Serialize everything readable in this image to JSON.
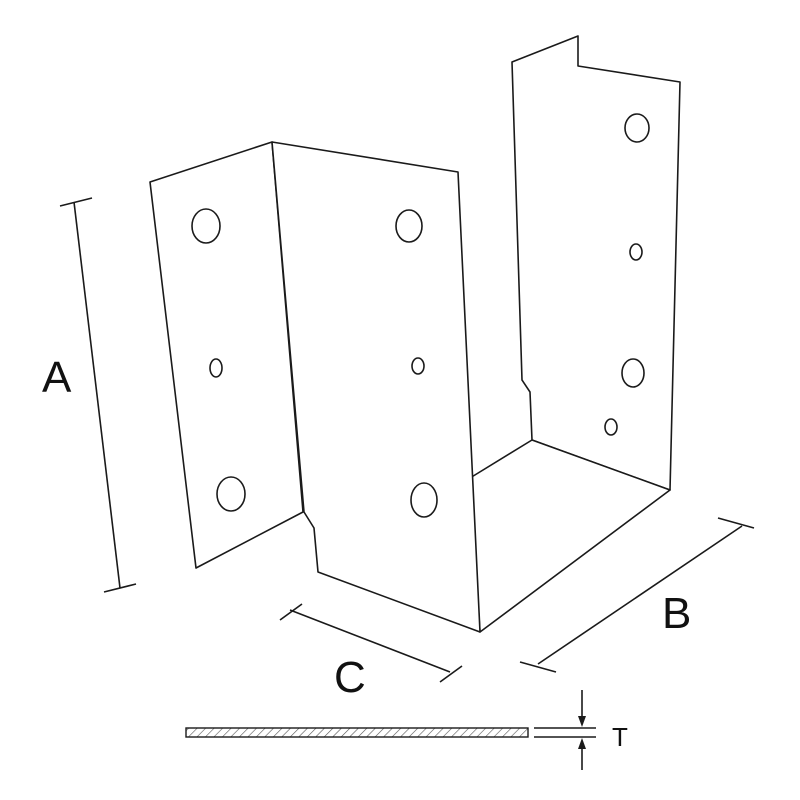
{
  "labels": {
    "height": "A",
    "depth": "B",
    "width": "C",
    "thickness": "T"
  },
  "colors": {
    "stroke": "#1a1a1a",
    "fill": "#ffffff",
    "hatch": "#555555"
  }
}
